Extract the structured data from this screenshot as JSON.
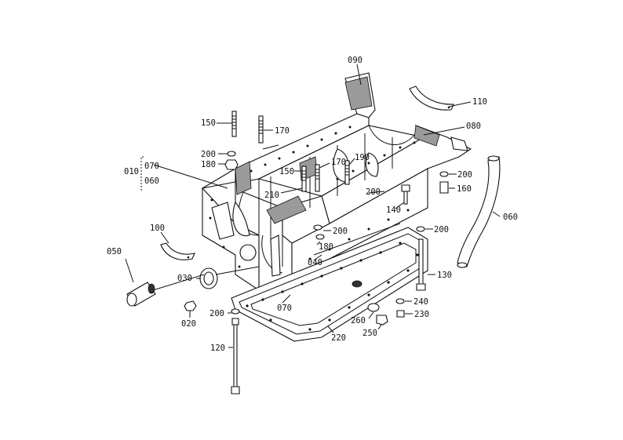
{
  "diagram": {
    "labels": {
      "p010": "010",
      "p020": "020",
      "p030": "030",
      "p040": "040",
      "p050": "050",
      "p060": "060",
      "p070": "070",
      "p080": "080",
      "p090": "090",
      "p100": "100",
      "p110": "110",
      "p120": "120",
      "p130": "130",
      "p140": "140",
      "p150": "150",
      "p150b": "150",
      "p160": "160",
      "p170": "170",
      "p170b": "170",
      "p180": "180",
      "p180b": "180",
      "p190": "190",
      "p200": "200",
      "p200b": "200",
      "p200c": "200",
      "p200d": "200",
      "p200e": "200",
      "p200f": "200",
      "p210": "210",
      "p220": "220",
      "p230": "230",
      "p240": "240",
      "p250": "250",
      "p260": "260",
      "sub070": "070",
      "sub060": "060"
    }
  }
}
